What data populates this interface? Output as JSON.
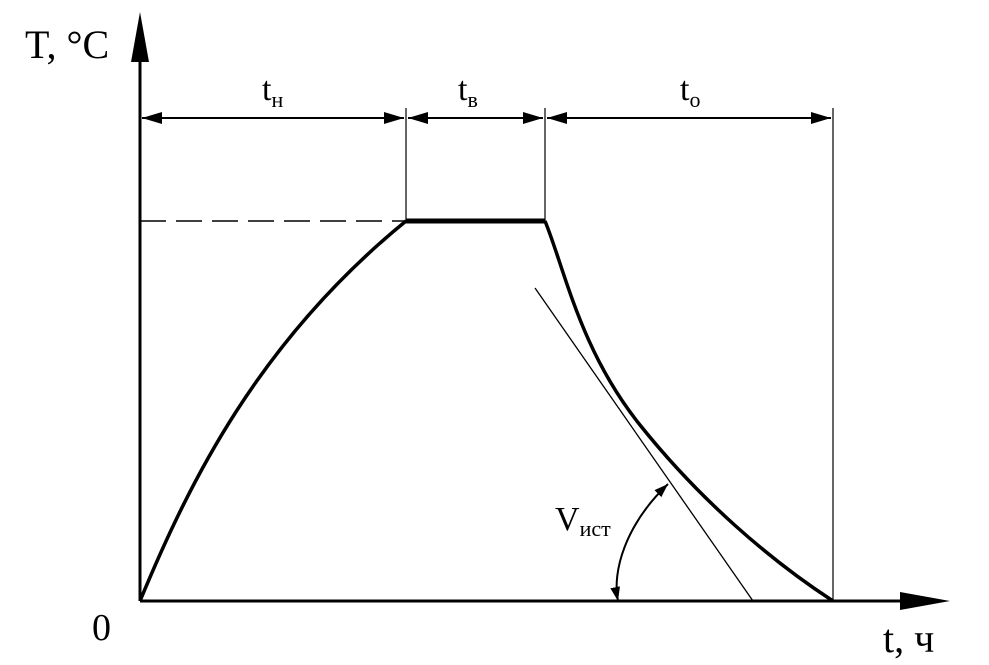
{
  "axes": {
    "y_label": "T, °C",
    "x_label": "t, ч",
    "origin_label": "0"
  },
  "intervals": [
    {
      "main": "t",
      "sub": "н"
    },
    {
      "main": "t",
      "sub": "в"
    },
    {
      "main": "t",
      "sub": "о"
    }
  ],
  "angle_label": {
    "main": "V",
    "sub": "ист"
  },
  "colors": {
    "line": "#000000",
    "background": "#ffffff"
  }
}
